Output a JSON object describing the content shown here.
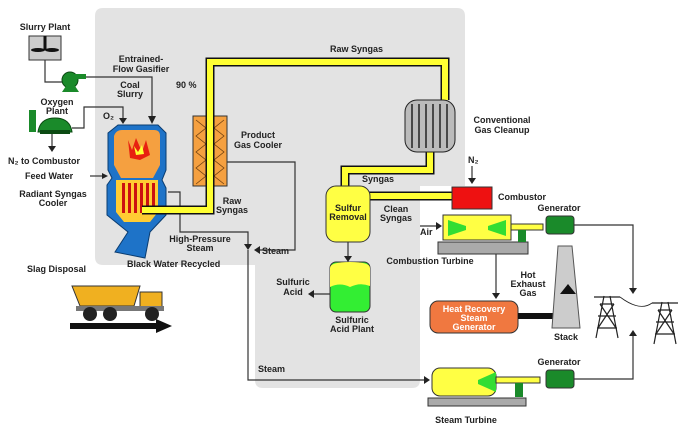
{
  "labels": {
    "slurry_plant": "Slurry Plant",
    "gasifier": [
      "Entrained-",
      "Flow Gasifier"
    ],
    "coal_slurry": [
      "Coal",
      "Slurry"
    ],
    "oxygen_plant": [
      "Oxygen",
      "Plant"
    ],
    "o2": "O₂",
    "n2_to_combustor": "N₂ to Combustor",
    "feed_water": "Feed Water",
    "radiant_cooler": [
      "Radiant Syngas",
      "Cooler"
    ],
    "percent": "90 %",
    "raw_syngas_top": "Raw Syngas",
    "product_gas_cooler": [
      "Product",
      "Gas Cooler"
    ],
    "raw_syngas": [
      "Raw",
      "Syngas"
    ],
    "hp_steam": [
      "High-Pressure",
      "Steam"
    ],
    "steam_right": "Steam",
    "black_water": "Black Water Recycled",
    "slag_disposal": "Slag Disposal",
    "conventional_cleanup": [
      "Conventional",
      "Gas Cleanup"
    ],
    "syngas": "Syngas",
    "sulfur_removal": [
      "Sulfur",
      "Removal"
    ],
    "clean_syngas": [
      "Clean",
      "Syngas"
    ],
    "n2": "N₂",
    "combustor": "Combustor",
    "generator_top": "Generator",
    "air": "Air",
    "combustion_turbine": "Combustion Turbine",
    "sulfuric_acid": [
      "Sulfuric",
      "Acid"
    ],
    "sulfuric_acid_plant": [
      "Sulfuric",
      "Acid Plant"
    ],
    "hot_exhaust": [
      "Hot",
      "Exhaust",
      "Gas"
    ],
    "hrsg": [
      "Heat Recovery",
      "Steam",
      "Generator"
    ],
    "stack": "Stack",
    "steam_bottom": "Steam",
    "generator_bottom": "Generator",
    "steam_turbine": "Steam Turbine"
  },
  "colors": {
    "syngas_pipe": "#ffff33",
    "gasifier_shell": "#1e73c8",
    "combustor": "#ee1111",
    "equipment_green": "#1a8a2a",
    "hrsg": "#f07840",
    "background_region": "#e3e3e3"
  }
}
